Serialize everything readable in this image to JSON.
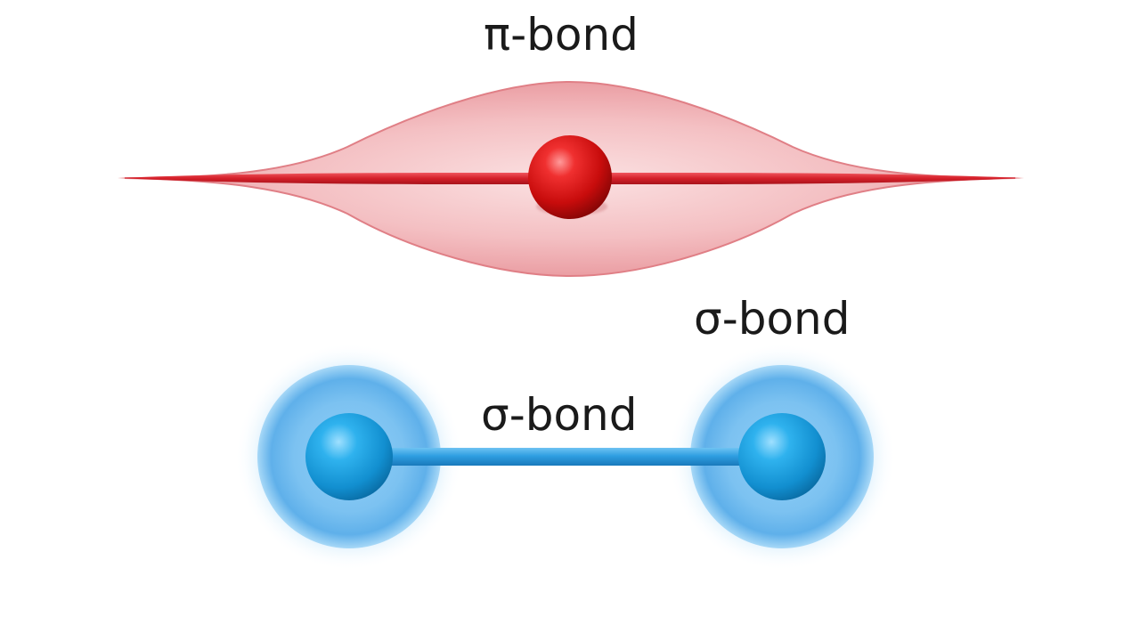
{
  "labels": {
    "pi_bond": "π-bond",
    "sigma_bond_right": "σ-bond",
    "sigma_bond_center": "σ-bond"
  },
  "colors": {
    "pi_orbital_fill": "#f2b3b6",
    "pi_orbital_edge": "#e07f86",
    "pi_axis": "#d9262f",
    "pi_atom": "#e01010",
    "sigma_glow": "#bfe3fb",
    "sigma_shell": "#6db8ef",
    "sigma_atom": "#22a5e6",
    "sigma_bond_rod": "#3aa3e3",
    "background": "#ffffff",
    "text": "#1a1a1a"
  },
  "icons": {
    "pi_atom": "red-sphere",
    "sigma_atoms": "blue-sphere-with-halo"
  }
}
